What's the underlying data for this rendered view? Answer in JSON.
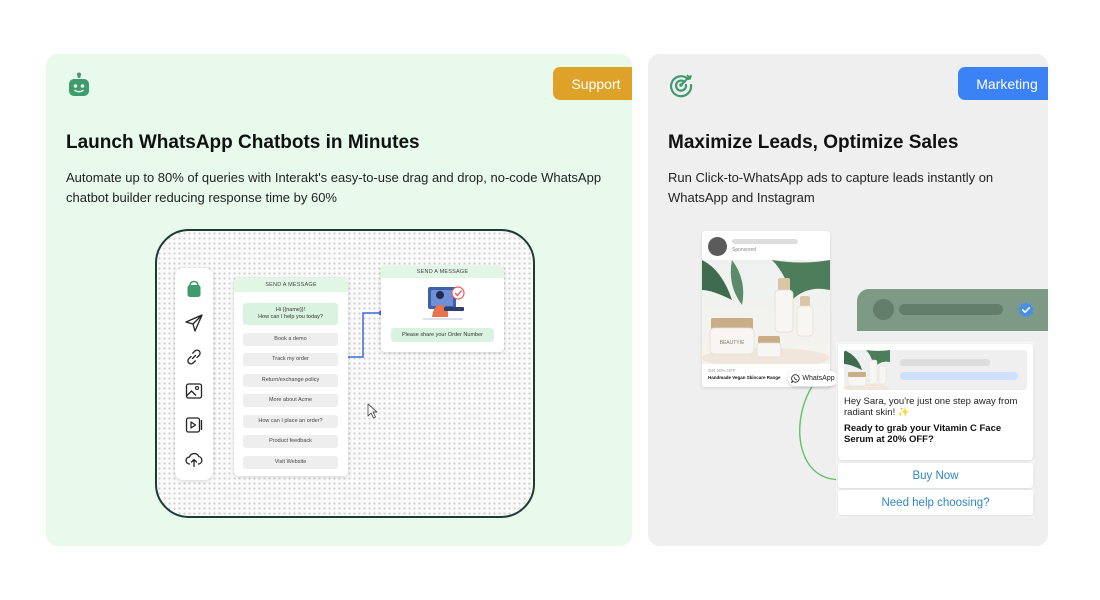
{
  "cards": {
    "support": {
      "tag": "Support",
      "title": "Launch WhatsApp Chatbots in Minutes",
      "description": "Automate up to 80% of queries with Interakt's easy-to-use drag and drop, no-code WhatsApp chatbot builder reducing response time by 60%",
      "icon": "bot-icon",
      "builder": {
        "tools": [
          "bag-icon",
          "send-icon",
          "link-icon",
          "image-icon",
          "video-icon",
          "cloud-icon"
        ],
        "message_card_header": "SEND A MESSAGE",
        "greeting": "Hi {{name}}!\nHow can I help you today?",
        "options": [
          "Book a demo",
          "Track my order",
          "Return/exchange policy",
          "More about Acme",
          "How can I place an order?",
          "Product feedback",
          "Visit Website"
        ],
        "second_card_header": "SEND A MESSAGE",
        "order_prompt": "Please share your Order Number"
      }
    },
    "marketing": {
      "tag": "Marketing",
      "title": "Maximize Leads, Optimize Sales",
      "description": "Run Click-to-WhatsApp ads to capture leads instantly on WhatsApp and Instagram",
      "icon": "target-icon",
      "ad": {
        "sponsored": "Sponsored",
        "brand": "BEAUTYIE",
        "offer": "Get 20% OFF",
        "product": "Handmade Vegan Skincare Range",
        "whatsapp_label": "WhatsApp"
      },
      "chat": {
        "message": "Hey Sara, you're just one step away from radiant skin! ✨",
        "message_bold": "Ready to grab your Vitamin C Face Serum at 20% OFF?",
        "buy_button": "Buy Now",
        "help_button": "Need help choosing?"
      }
    }
  },
  "colors": {
    "support_bg": "#e7faec",
    "marketing_bg": "#efefef",
    "support_tag": "#dea228",
    "marketing_tag": "#3b82f6",
    "brand_green": "#3f9a6e"
  }
}
